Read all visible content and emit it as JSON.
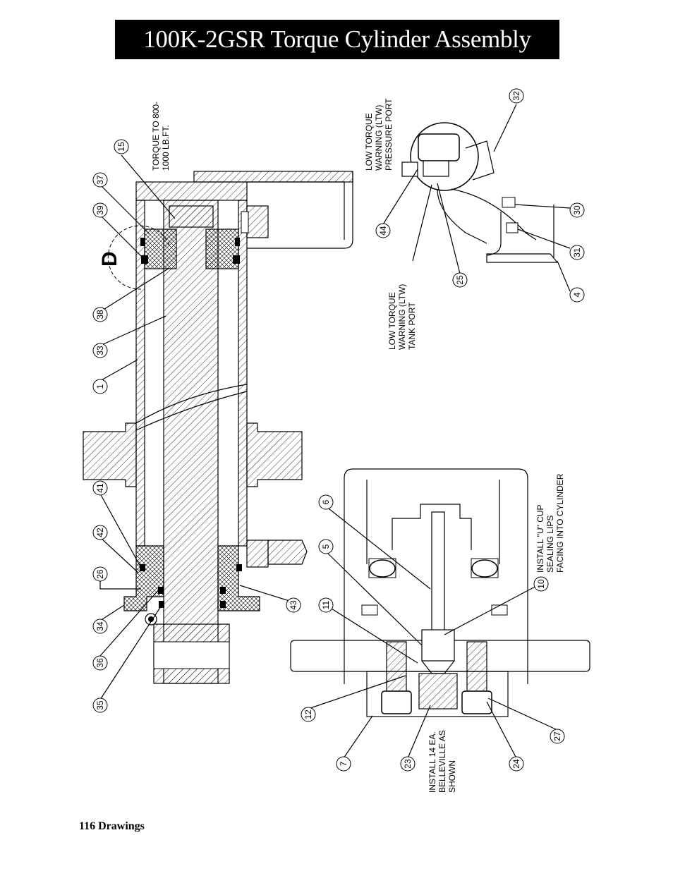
{
  "title": "100K-2GSR Torque Cylinder Assembly",
  "footer": "116  Drawings",
  "detail_label": "D",
  "notes": {
    "torque": [
      "TORQUE TO 800-",
      "1000 LB.FT."
    ],
    "ltw_pressure": [
      "LOW TORQUE",
      "WARNING (LTW)",
      "PRESSURE PORT"
    ],
    "ltw_tank": [
      "LOW TORQUE",
      "WARNING (LTW)",
      "TANK PORT"
    ],
    "u_cup": [
      "INSTALL \"U\" CUP",
      "SEALING LIPS",
      "FACING INTO CYLINDER"
    ],
    "belleville": [
      "INSTALL 14 EA.",
      "BELLEVILLE AS",
      "SHOWN"
    ]
  },
  "balloons": {
    "b15": "15",
    "b37": "37",
    "b39": "39",
    "b38": "38",
    "b33": "33",
    "b1": "1",
    "b41": "41",
    "b42": "42",
    "b26": "26",
    "b34": "34",
    "b36": "36",
    "b35": "35",
    "b43": "43",
    "b32": "32",
    "b44": "44",
    "b25": "25",
    "b30": "30",
    "b31": "31",
    "b4": "4",
    "b6": "6",
    "b5": "5",
    "b11": "11",
    "b10": "10",
    "b12": "12",
    "b7": "7",
    "b23": "23",
    "b24": "24",
    "b27": "27"
  }
}
